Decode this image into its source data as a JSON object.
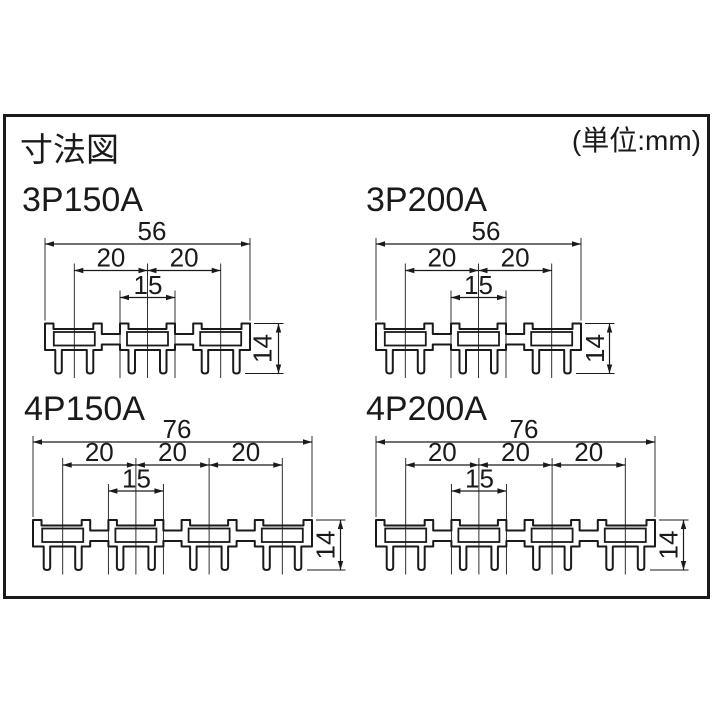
{
  "header": {
    "title": "寸法図",
    "unit_note": "(単位:mm)"
  },
  "diagrams": [
    {
      "label": "3P150A",
      "poles": 3,
      "overall": "56",
      "pitch": [
        "20",
        "20"
      ],
      "block_width": "15",
      "height": "14"
    },
    {
      "label": "3P200A",
      "poles": 3,
      "overall": "56",
      "pitch": [
        "20",
        "20"
      ],
      "block_width": "15",
      "height": "14"
    },
    {
      "label": "4P150A",
      "poles": 4,
      "overall": "76",
      "pitch": [
        "20",
        "20",
        "20"
      ],
      "block_width": "15",
      "height": "14"
    },
    {
      "label": "4P200A",
      "poles": 4,
      "overall": "76",
      "pitch": [
        "20",
        "20",
        "20"
      ],
      "block_width": "15",
      "height": "14"
    }
  ],
  "colors": {
    "ink": "#1a1a1a",
    "paper": "#ffffff"
  }
}
